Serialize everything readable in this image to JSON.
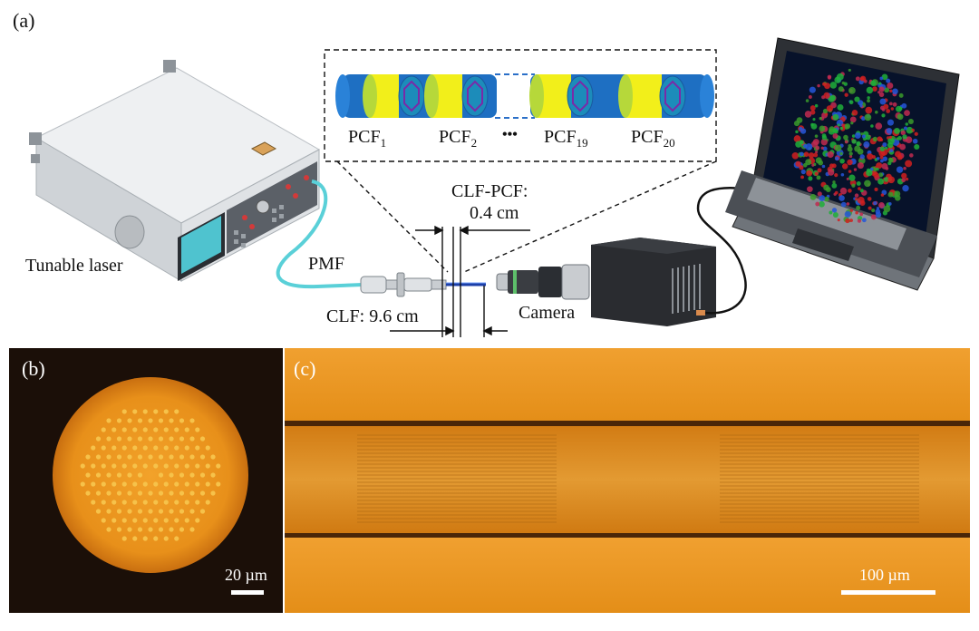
{
  "panel_a": {
    "label": "(a)",
    "laser_label": "Tunable laser",
    "pmf_label": "PMF",
    "camera_label": "Camera",
    "clf_label": "CLF: 9.6 cm",
    "clf_pcf_label": "CLF-PCF:",
    "clf_pcf_value": "0.4 cm",
    "inset": {
      "pcf_prefix": "PCF",
      "items": [
        {
          "sub": "1"
        },
        {
          "sub": "2"
        },
        {
          "sub": "19"
        },
        {
          "sub": "20"
        }
      ],
      "ellipsis": "•••"
    }
  },
  "panel_b": {
    "label": "(b)",
    "scale_label": "20 µm"
  },
  "panel_c": {
    "label": "(c)",
    "scale_label": "100 µm"
  },
  "colors": {
    "fiber_blue": "#1e6fc2",
    "fiber_yellow": "#f2ef1a",
    "cable_cyan": "#5ad0d8",
    "micro_orange": "#e8961c",
    "dark_bg": "#1b0f08"
  }
}
